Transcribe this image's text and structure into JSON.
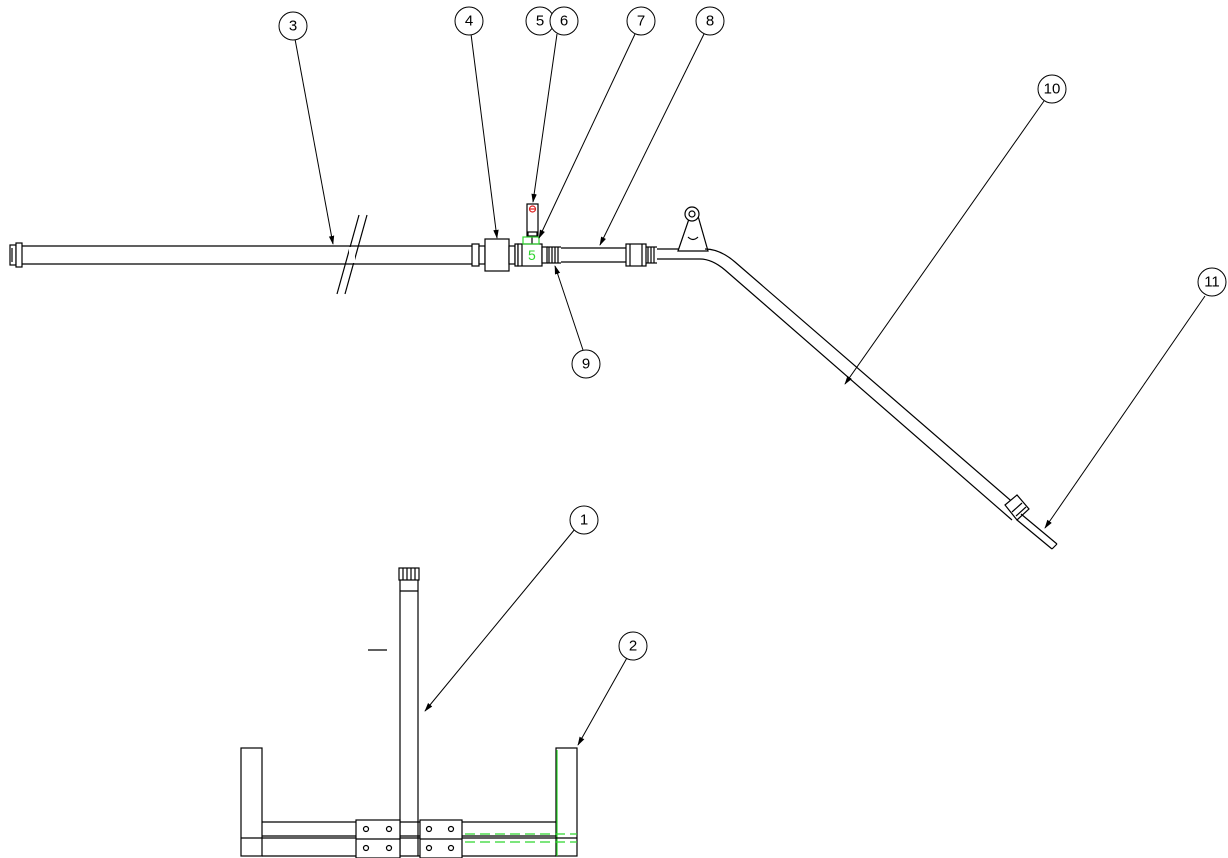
{
  "callouts": [
    {
      "id": "callout-1",
      "label": "1"
    },
    {
      "id": "callout-2",
      "label": "2"
    },
    {
      "id": "callout-3",
      "label": "3"
    },
    {
      "id": "callout-4",
      "label": "4"
    },
    {
      "id": "callout-5",
      "label": "5"
    },
    {
      "id": "callout-6",
      "label": "6"
    },
    {
      "id": "callout-7",
      "label": "7"
    },
    {
      "id": "callout-8",
      "label": "8"
    },
    {
      "id": "callout-9",
      "label": "9"
    },
    {
      "id": "callout-10",
      "label": "10"
    },
    {
      "id": "callout-11",
      "label": "11"
    }
  ],
  "tee_marker": "5",
  "colors": {
    "line": "#000000",
    "hidden_line": "#2fd52f",
    "red_detail": "#e02020",
    "background": "#ffffff"
  }
}
